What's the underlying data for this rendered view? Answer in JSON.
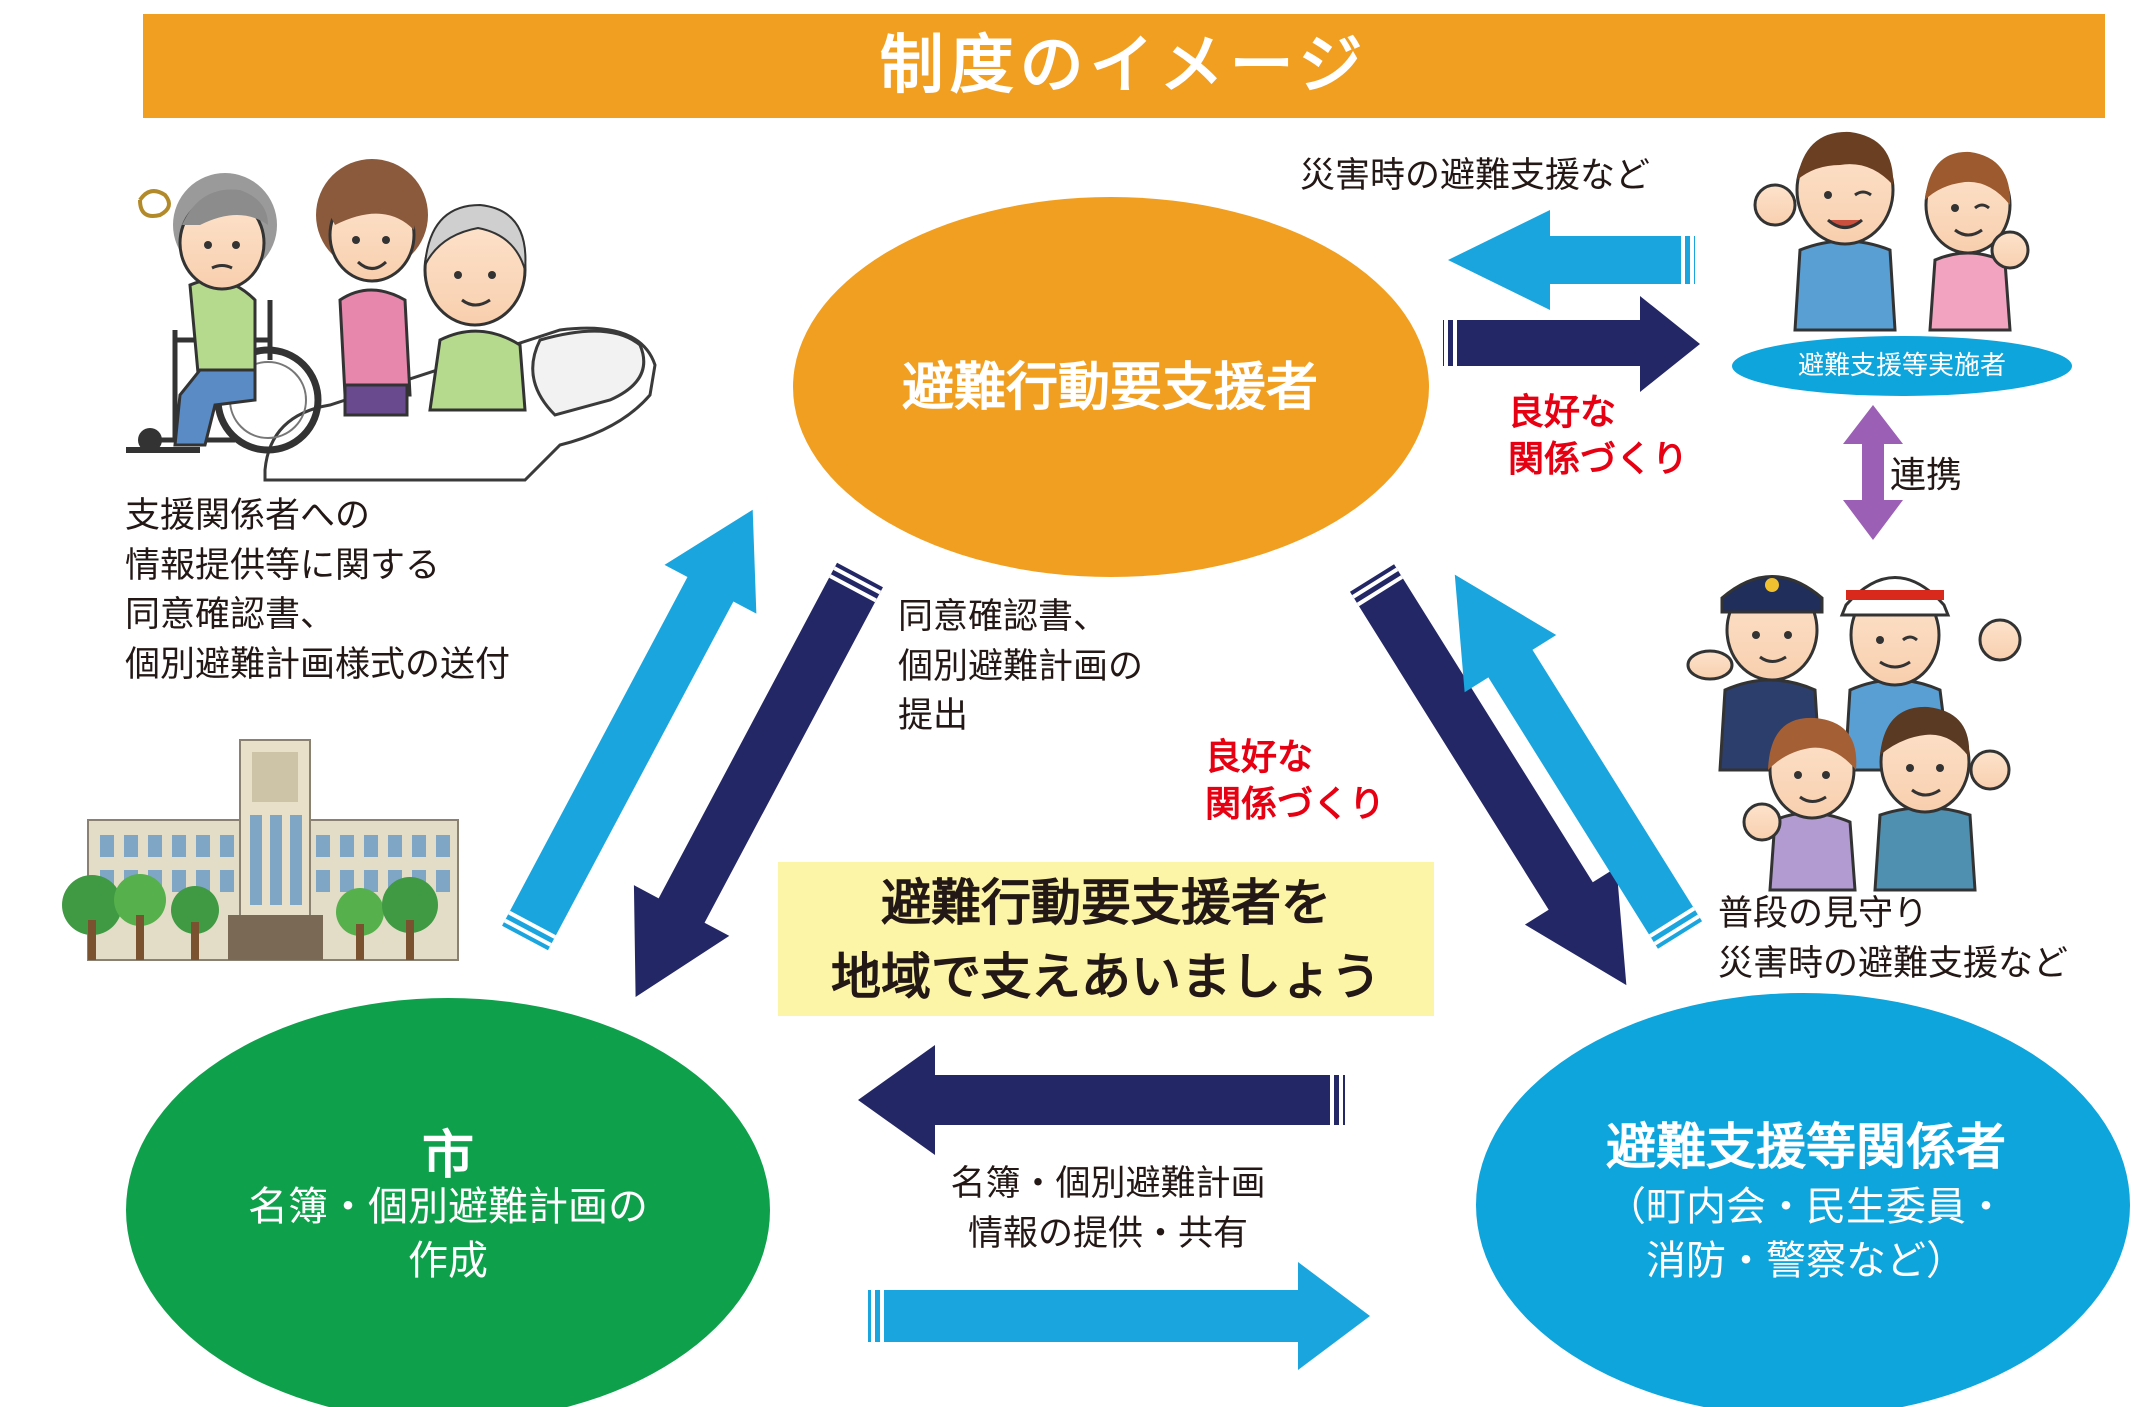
{
  "title": "制度のイメージ",
  "nodes": {
    "person": {
      "label": "避難行動要支援者",
      "color": "#f19f21"
    },
    "city": {
      "label": "市",
      "sub": "名簿・個別避難計画の\n作成",
      "color": "#0fa04b"
    },
    "supporters": {
      "label": "避難支援等関係者",
      "sub": "（町内会・民生委員・\n消防・警察など）",
      "color": "#0ea4dc"
    },
    "implementer_badge": "避難支援等実施者"
  },
  "notes": {
    "city_to_person": "支援関係者への\n情報提供等に関する\n同意確認書、\n個別避難計画様式の送付",
    "person_to_city": "同意確認書、\n個別避難計画の\n提出",
    "share": "名簿・個別避難計画\n情報の提供・共有",
    "top_support": "災害時の避難支援など",
    "daily": "普段の見守り\n災害時の避難支援など",
    "relation_top": "良好な\n関係づくり",
    "relation_mid": "良好な\n関係づくり",
    "cooperation": "連携"
  },
  "slogan": "避難行動要支援者を\n地域で支えあいましょう",
  "colors": {
    "navy": "#242765",
    "lightblue": "#1aa5de",
    "purple": "#9b5fb5"
  },
  "icons": [
    "caregiver-scene-illustration",
    "city-hall-illustration",
    "volunteers-illustration",
    "police-fire-community-illustration"
  ]
}
